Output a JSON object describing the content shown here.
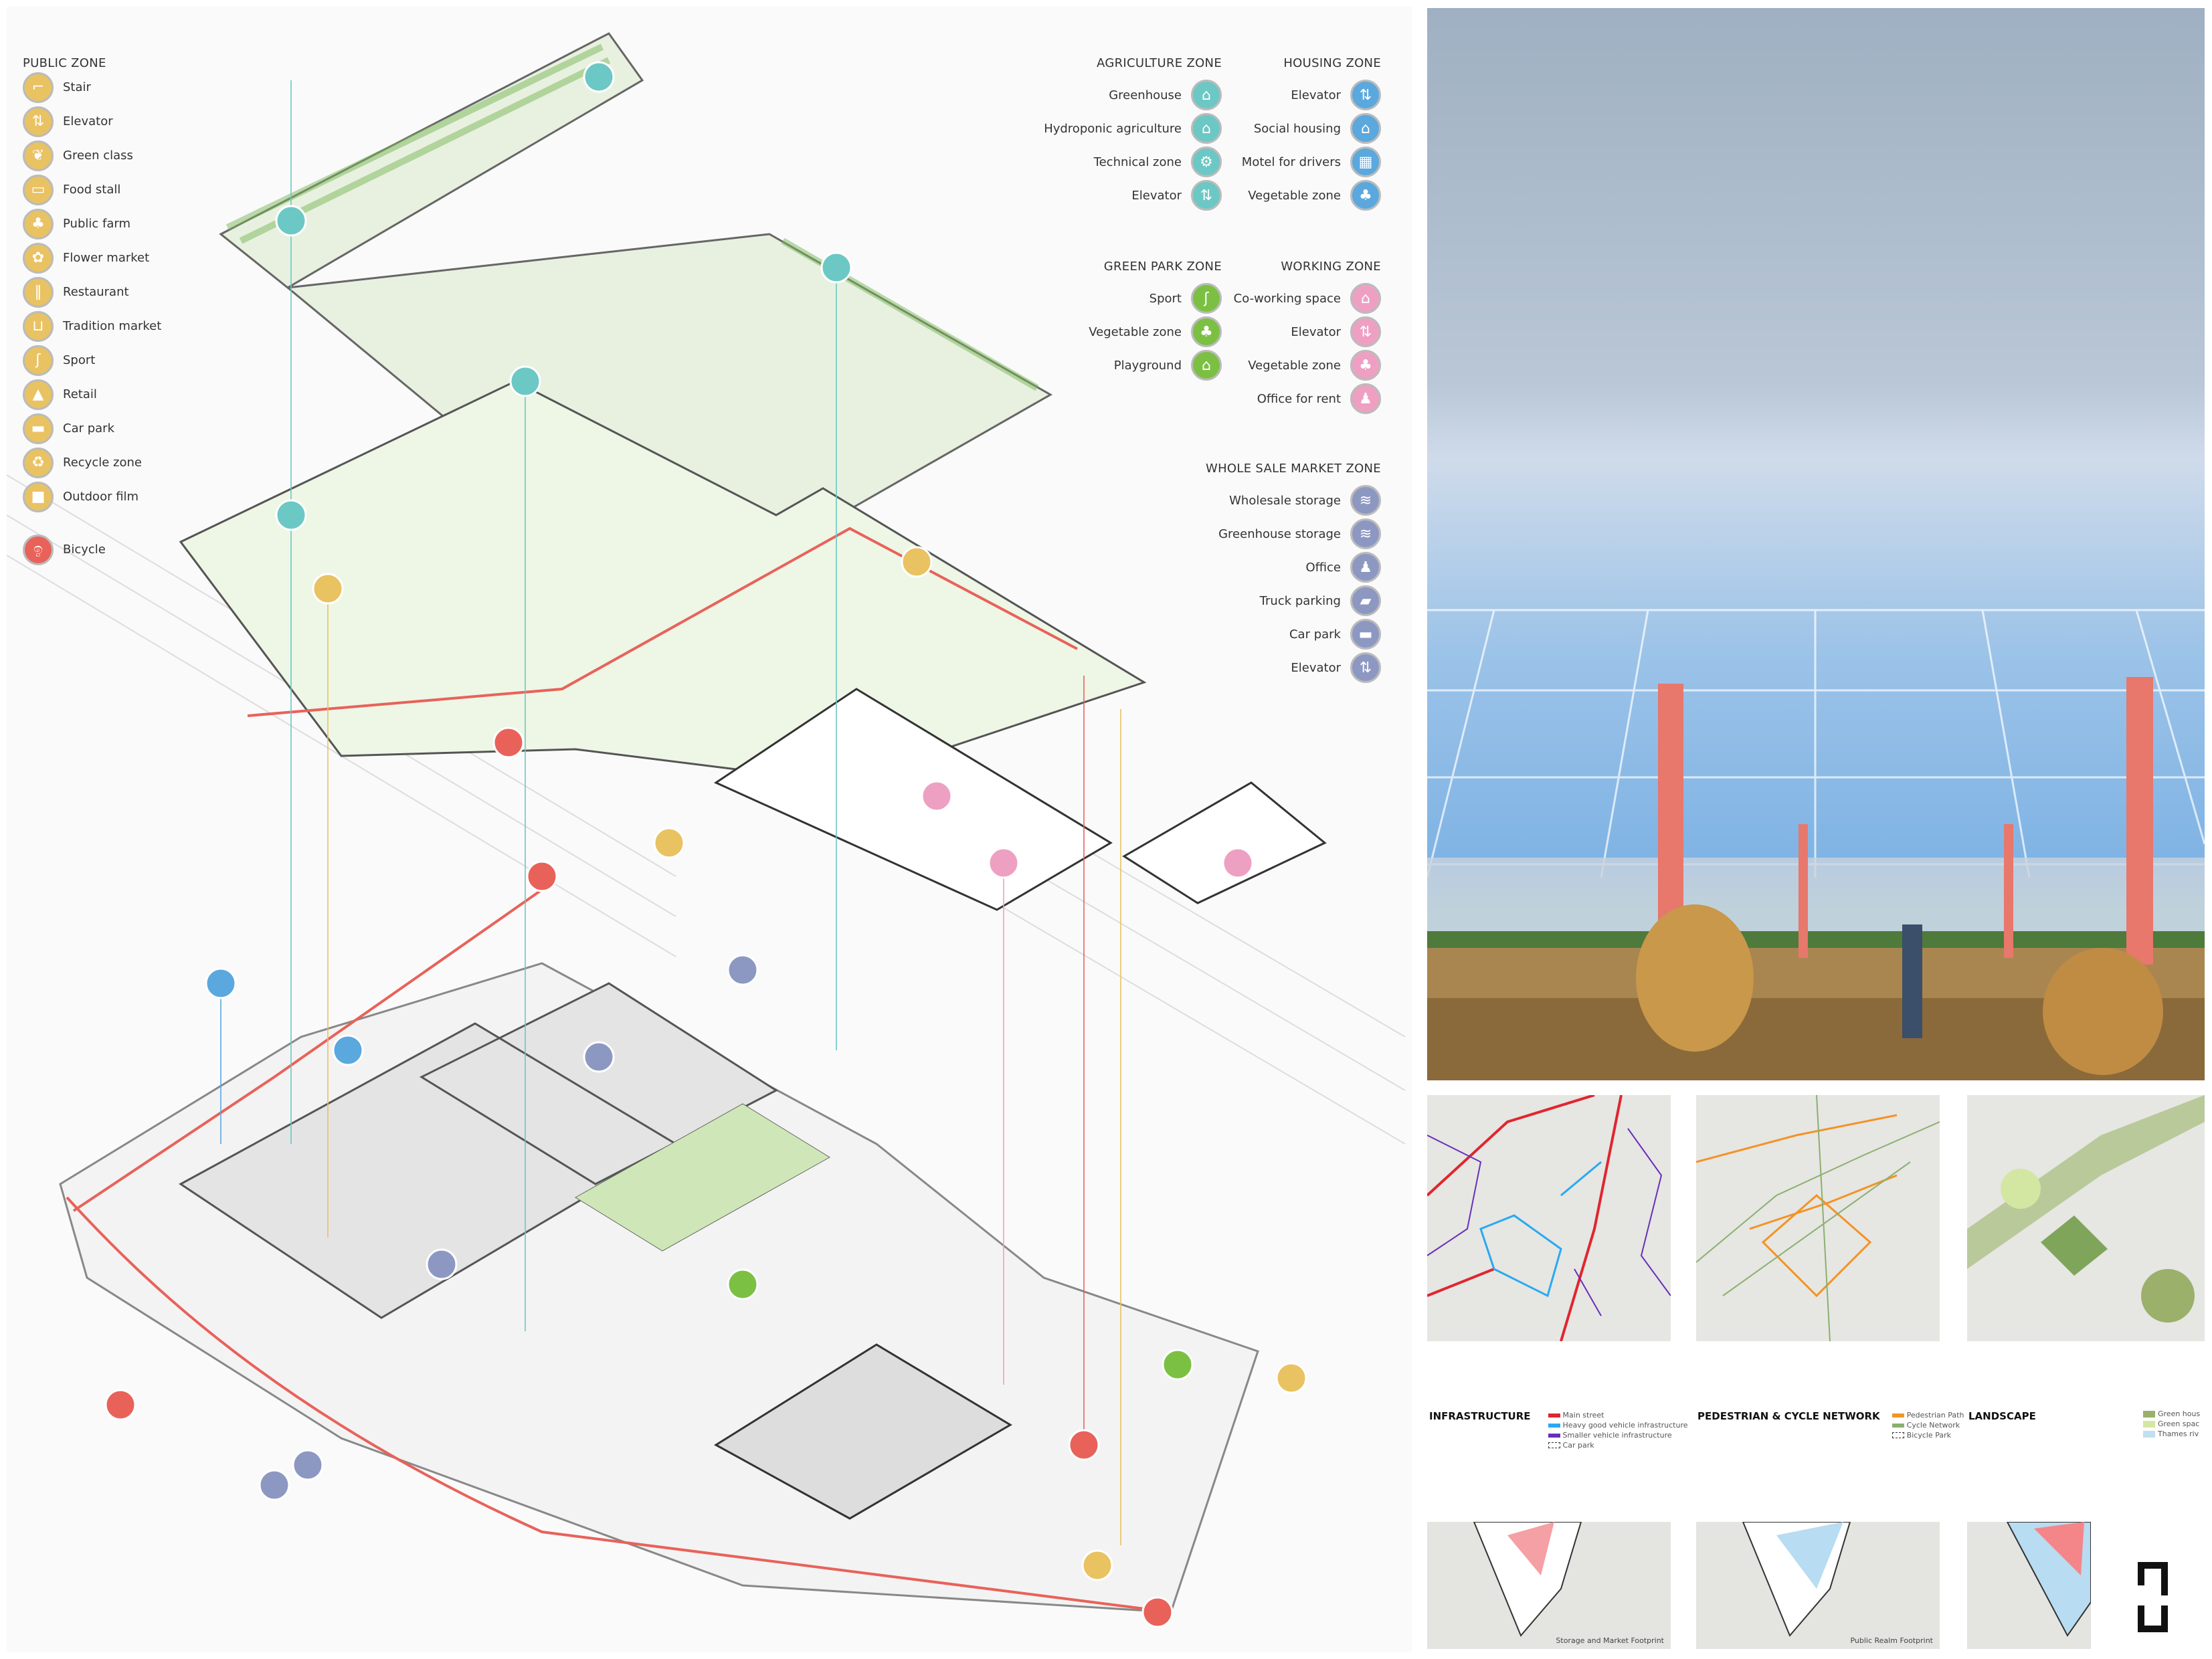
{
  "public_zone": {
    "title": "PUBLIC ZONE",
    "items": [
      {
        "label": "Stair",
        "icon": "stair-icon",
        "glyph": "⌐"
      },
      {
        "label": "Elevator",
        "icon": "elevator-icon",
        "glyph": "⇅"
      },
      {
        "label": "Green class",
        "icon": "green-class-icon",
        "glyph": "❦"
      },
      {
        "label": "Food stall",
        "icon": "food-stall-icon",
        "glyph": "▭"
      },
      {
        "label": "Public farm",
        "icon": "tree-icon",
        "glyph": "♣"
      },
      {
        "label": "Flower market",
        "icon": "flower-icon",
        "glyph": "✿"
      },
      {
        "label": "Restaurant",
        "icon": "cutlery-icon",
        "glyph": "‖"
      },
      {
        "label": "Tradition market",
        "icon": "basket-icon",
        "glyph": "⊔"
      },
      {
        "label": "Sport",
        "icon": "muscle-icon",
        "glyph": "ʃ"
      },
      {
        "label": "Retail",
        "icon": "bag-icon",
        "glyph": "▲"
      },
      {
        "label": "Car park",
        "icon": "car-icon",
        "glyph": "▬"
      },
      {
        "label": "Recycle zone",
        "icon": "recycle-icon",
        "glyph": "♻"
      },
      {
        "label": "Outdoor film",
        "icon": "camera-icon",
        "glyph": "■"
      }
    ],
    "bicycle": {
      "label": "Bicycle",
      "icon": "bicycle-icon",
      "glyph": "ඉ"
    }
  },
  "agriculture_zone": {
    "title": "AGRICULTURE ZONE",
    "items": [
      {
        "label": "Greenhouse",
        "icon": "greenhouse-icon",
        "glyph": "⌂"
      },
      {
        "label": "Hydroponic agriculture",
        "icon": "leaf-house-icon",
        "glyph": "⌂"
      },
      {
        "label": "Technical zone",
        "icon": "gear-icon",
        "glyph": "⚙"
      },
      {
        "label": "Elevator",
        "icon": "elevator-icon",
        "glyph": "⇅"
      }
    ]
  },
  "housing_zone": {
    "title": "HOUSING ZONE",
    "items": [
      {
        "label": "Elevator",
        "icon": "elevator-icon",
        "glyph": "⇅"
      },
      {
        "label": "Social housing",
        "icon": "house-icon",
        "glyph": "⌂"
      },
      {
        "label": "Motel for drivers",
        "icon": "building-icon",
        "glyph": "▦"
      },
      {
        "label": "Vegetable zone",
        "icon": "tree-icon",
        "glyph": "♣"
      }
    ]
  },
  "green_park_zone": {
    "title": "GREEN PARK ZONE",
    "items": [
      {
        "label": "Sport",
        "icon": "muscle-icon",
        "glyph": "ʃ"
      },
      {
        "label": "Vegetable zone",
        "icon": "tree-icon",
        "glyph": "♣"
      },
      {
        "label": "Playground",
        "icon": "slide-icon",
        "glyph": "⌂"
      }
    ]
  },
  "working_zone": {
    "title": "WORKING ZONE",
    "items": [
      {
        "label": "Co-working space",
        "icon": "meeting-icon",
        "glyph": "⌂"
      },
      {
        "label": "Elevator",
        "icon": "elevator-icon",
        "glyph": "⇅"
      },
      {
        "label": "Vegetable zone",
        "icon": "tree-icon",
        "glyph": "♣"
      },
      {
        "label": "Office for rent",
        "icon": "person-icon",
        "glyph": "♟"
      }
    ]
  },
  "wholesale_zone": {
    "title": "WHOLE SALE MARKET ZONE",
    "items": [
      {
        "label": "Wholesale storage",
        "icon": "storage-icon",
        "glyph": "≋"
      },
      {
        "label": "Greenhouse storage",
        "icon": "storage-icon",
        "glyph": "≋"
      },
      {
        "label": "Office",
        "icon": "person-icon",
        "glyph": "♟"
      },
      {
        "label": "Truck parking",
        "icon": "truck-icon",
        "glyph": "▰"
      },
      {
        "label": "Car park",
        "icon": "car-icon",
        "glyph": "▬"
      },
      {
        "label": "Elevator",
        "icon": "elevator-icon",
        "glyph": "⇅"
      }
    ]
  },
  "colors": {
    "public": "#e9c262",
    "agriculture": "#6cc8c4",
    "housing": "#5aa8de",
    "green_park": "#7cc043",
    "working": "#eea0c3",
    "wholesale": "#8d98c2",
    "bicycle": "#e8625a"
  },
  "maps": {
    "infrastructure": {
      "title": "INFRASTRUCTURE",
      "legend": [
        {
          "label": "Main street",
          "color": "#e0262e"
        },
        {
          "label": "Heavy good vehicle infrastructure",
          "color": "#29a9f2"
        },
        {
          "label": "Smaller vehicle infrastructure",
          "color": "#6a2fb8"
        },
        {
          "label": "Car park",
          "color": "dashed"
        }
      ]
    },
    "pedestrian": {
      "title": "PEDESTRIAN & CYCLE NETWORK",
      "legend": [
        {
          "label": "Pedestrian Path",
          "color": "#f39325"
        },
        {
          "label": "Cycle Network",
          "color": "#8bb06e"
        },
        {
          "label": "Bicycle Park",
          "color": "dashed"
        }
      ]
    },
    "landscape": {
      "title": "LANDSCAPE",
      "legend": [
        {
          "label": "Green hous",
          "color": "#9bb06a"
        },
        {
          "label": "Green spac",
          "color": "#d4e7a2"
        },
        {
          "label": "Thames riv",
          "color": "#c1dfee"
        }
      ]
    },
    "footprints": [
      "Storage and Market Footprint",
      "Public Realm Footprint",
      ""
    ]
  }
}
